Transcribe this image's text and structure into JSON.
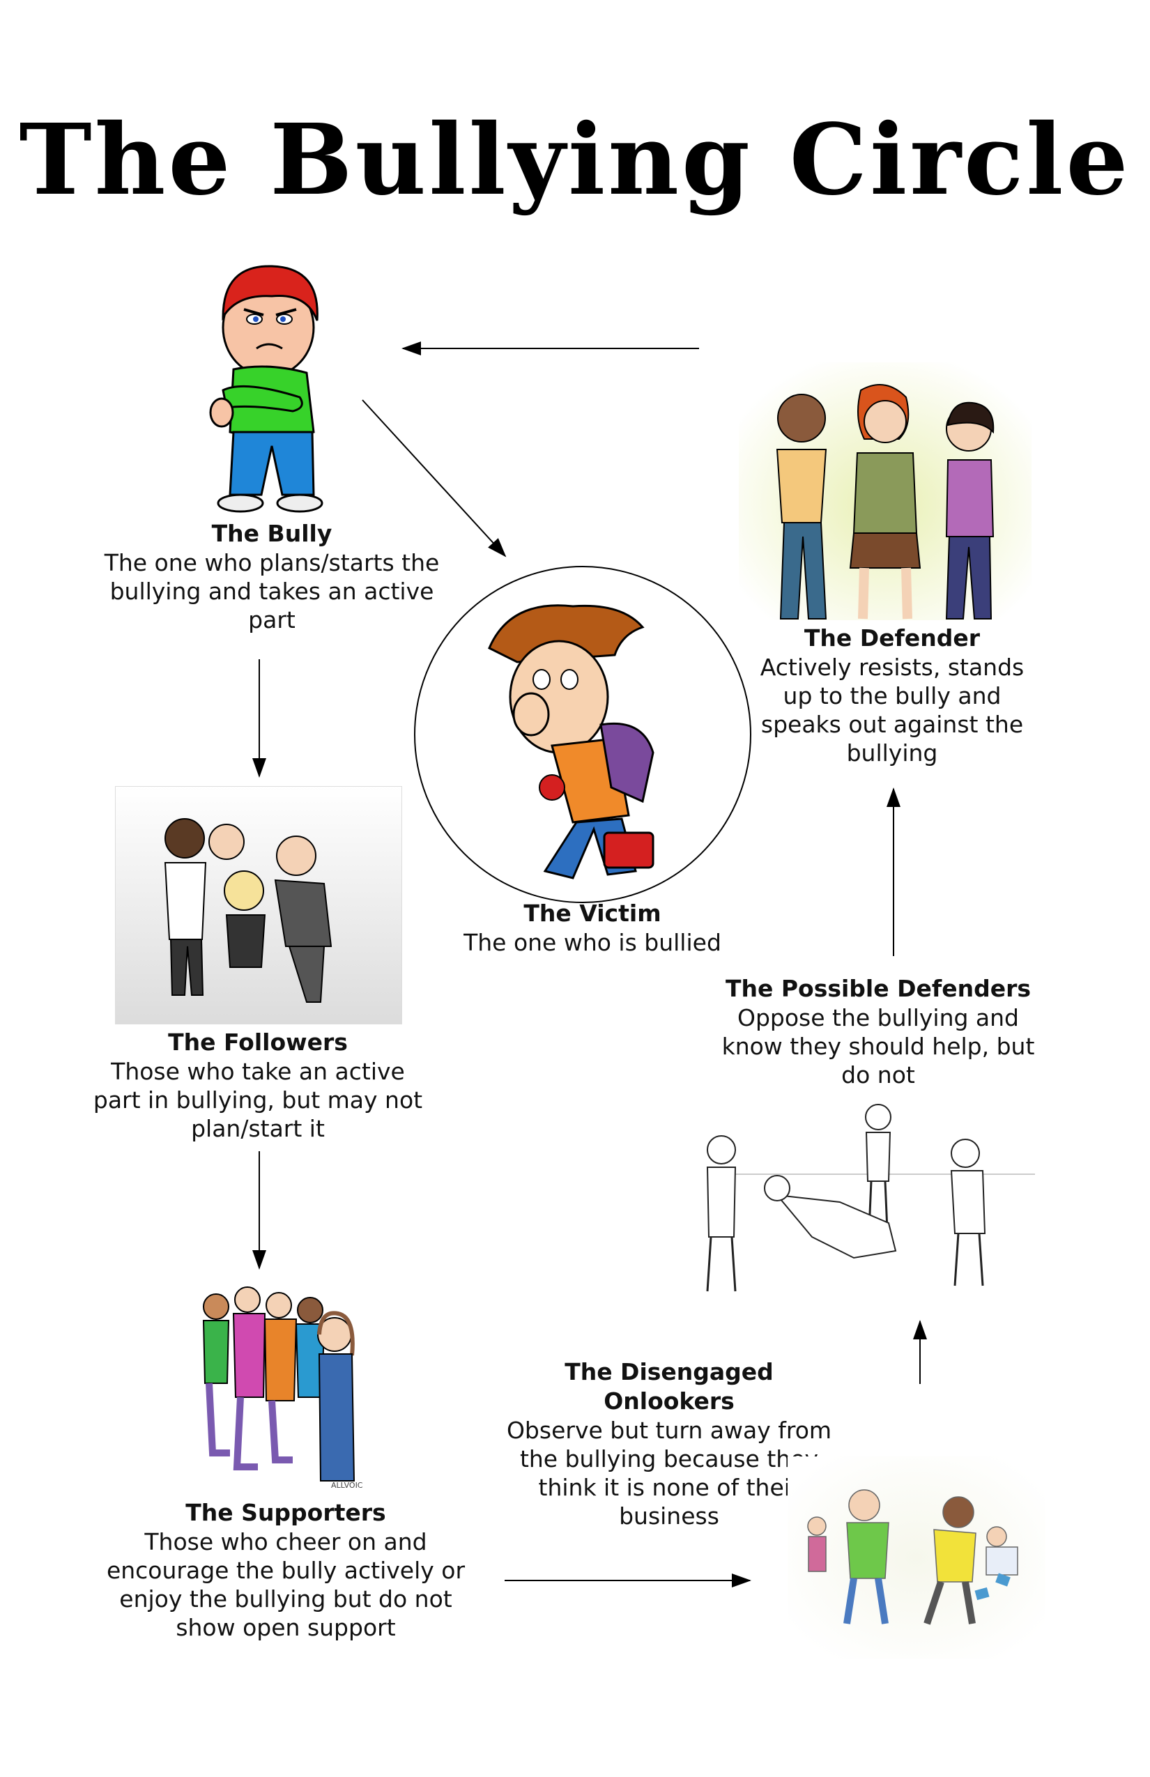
{
  "title": "The Bullying Circle",
  "roles": {
    "bully": {
      "name": "The Bully",
      "desc": "The one who plans/starts the bullying and takes an active part"
    },
    "victim": {
      "name": "The Victim",
      "desc": "The one who is bullied"
    },
    "defender": {
      "name": "The Defender",
      "desc": "Actively resists, stands up to the bully and speaks out against the bullying"
    },
    "followers": {
      "name": "The Followers",
      "desc": "Those who take an active part in bullying, but may not plan/start it"
    },
    "possible_defenders": {
      "name": "The Possible Defenders",
      "desc": "Oppose the bullying and know they should help, but do not"
    },
    "supporters": {
      "name": "The Supporters",
      "desc": "Those who cheer on and encourage the bully actively or enjoy the bullying but do not show open support"
    },
    "onlookers": {
      "name": "The Disengaged Onlookers",
      "desc": "Observe but turn away from the bullying because they think it is none of their business"
    }
  },
  "watermark": {
    "supporters": "ALLVOICES"
  },
  "colors": {
    "bully_hair": "#d9231c",
    "bully_shirt": "#37d22a",
    "bully_pants": "#1f86d8",
    "victim_hair": "#b45a17",
    "defender_bg": "#cfe08a"
  }
}
